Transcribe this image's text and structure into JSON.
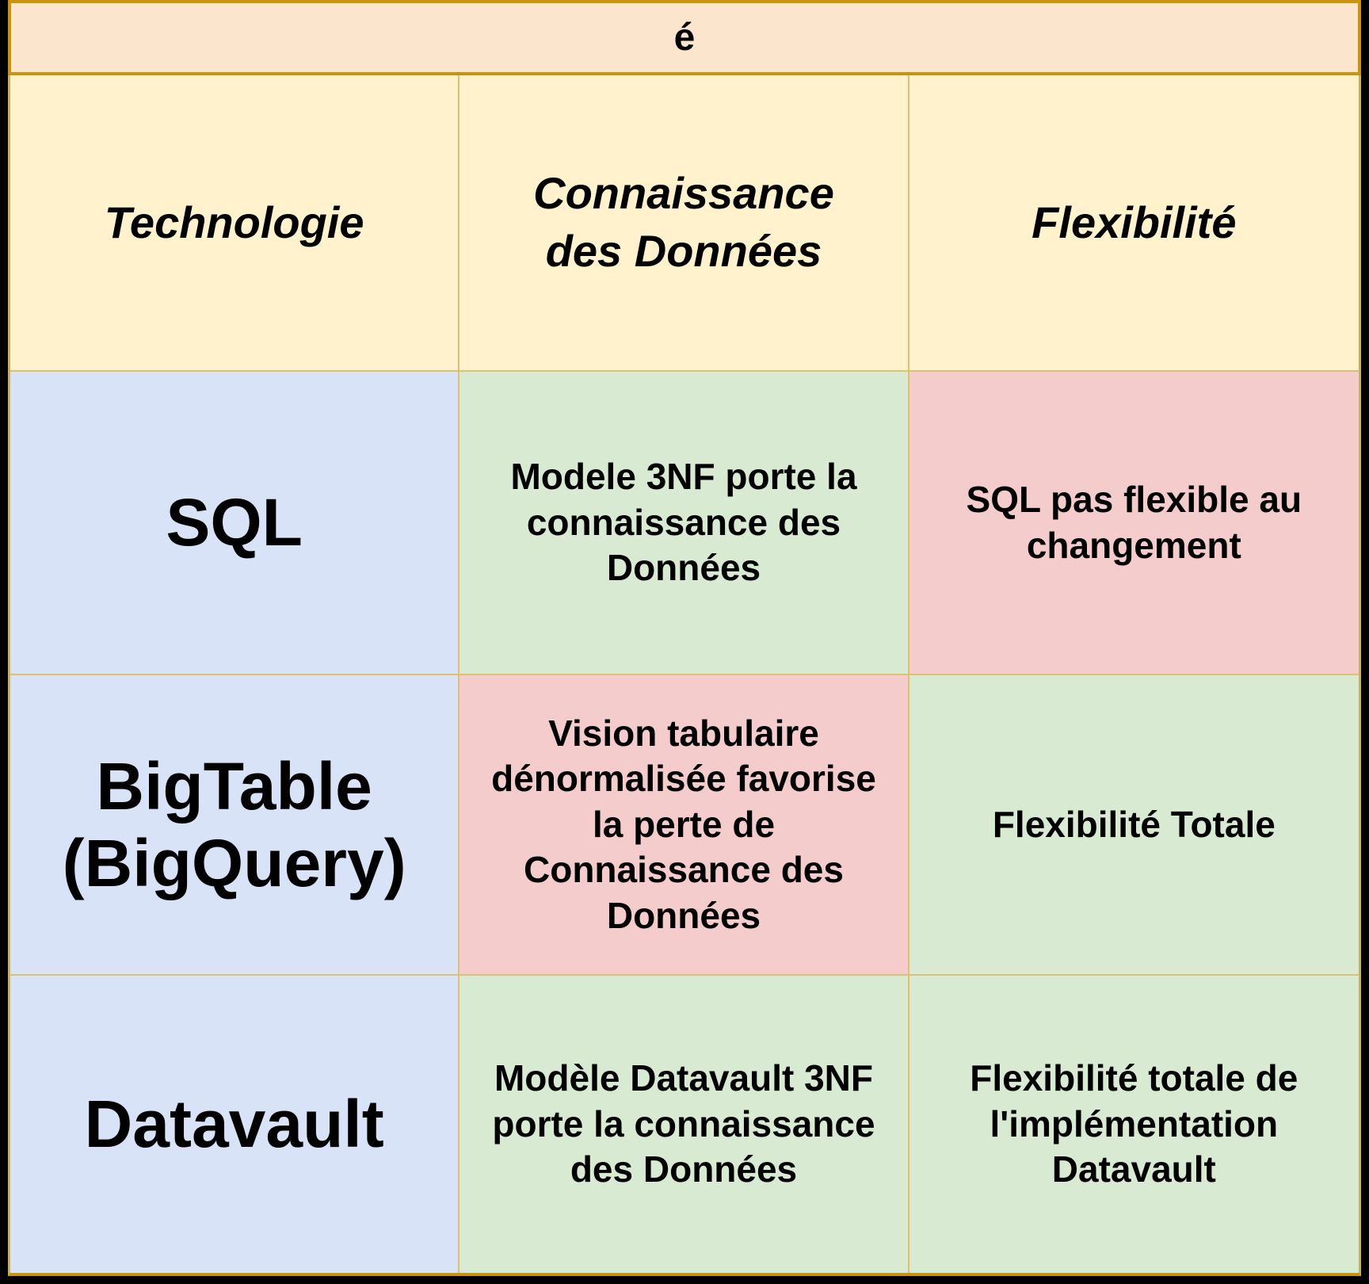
{
  "banner": {
    "text": "é"
  },
  "table": {
    "columns": [
      {
        "label": "Technologie"
      },
      {
        "label": "Connaissance des Données"
      },
      {
        "label": "Flexibilité"
      }
    ],
    "rows": [
      {
        "tech": "SQL",
        "knowledge": {
          "text": "Modele 3NF porte la connaissance des Données",
          "sentiment": "positive"
        },
        "flexibility": {
          "text": "SQL pas flexible au changement",
          "sentiment": "negative"
        }
      },
      {
        "tech": "BigTable (BigQuery)",
        "knowledge": {
          "text": "Vision tabulaire dénormalisée favorise la perte de Connaissance des Données",
          "sentiment": "negative"
        },
        "flexibility": {
          "text": "Flexibilité Totale",
          "sentiment": "positive"
        }
      },
      {
        "tech": "Datavault",
        "knowledge": {
          "text": "Modèle Datavault 3NF porte la connaissance des Données",
          "sentiment": "positive"
        },
        "flexibility": {
          "text": "Flexibilité totale de l'implémentation Datavault",
          "sentiment": "positive"
        }
      }
    ]
  },
  "colors": {
    "banner_bg": "#FCE5CD",
    "header_bg": "#FFF2CC",
    "technology_bg": "#D9E3F8",
    "positive_bg": "#D9EAD3",
    "negative_bg": "#F4CCCC",
    "gold_border": "#C8940B",
    "grid_line": "#DFC070",
    "frame": "#000000"
  }
}
